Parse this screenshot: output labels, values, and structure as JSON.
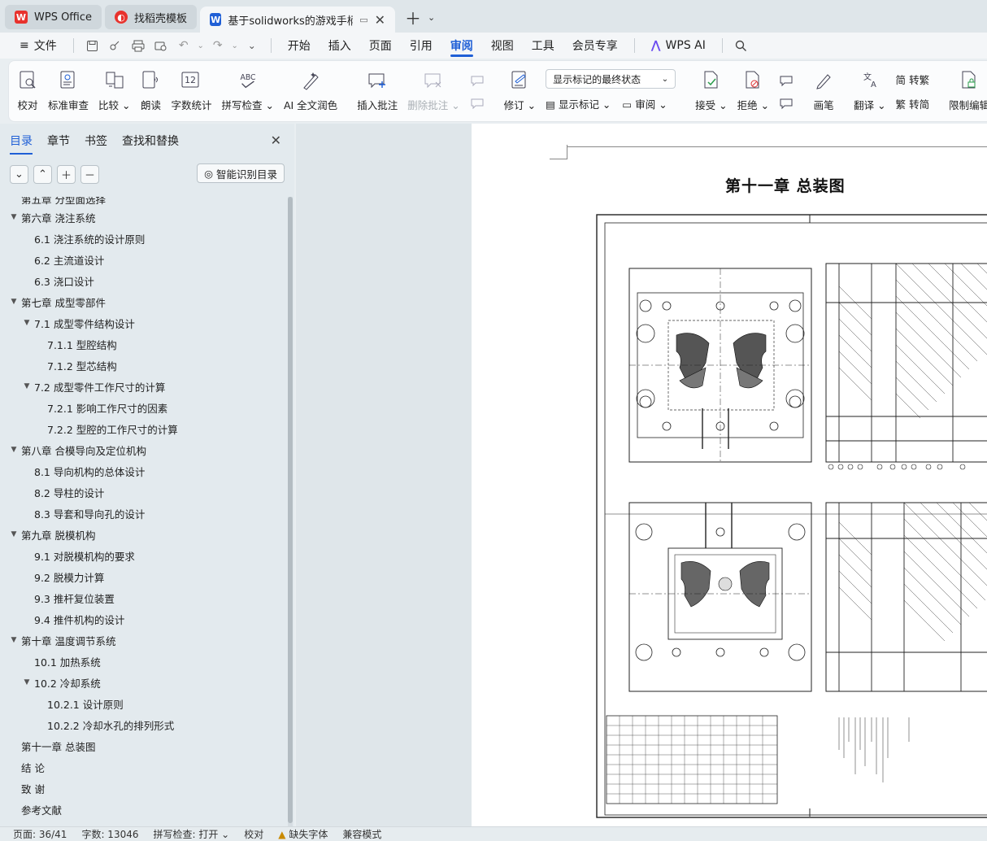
{
  "tabs": [
    {
      "label": "WPS Office",
      "icon": "wps-logo-icon",
      "color": "#e8322d"
    },
    {
      "label": "找稻壳模板",
      "icon": "docer-logo-icon",
      "color": "#e8322d"
    },
    {
      "label": "基于solidworks的游戏手柄方",
      "icon": "word-doc-icon",
      "color": "#1f5fd6"
    }
  ],
  "menu": {
    "file": "文件",
    "items": [
      "开始",
      "插入",
      "页面",
      "引用",
      "审阅",
      "视图",
      "工具",
      "会员专享"
    ],
    "active": "审阅",
    "ai": "WPS AI"
  },
  "ribbon": {
    "proofread": "校对",
    "std_review": "标准审查",
    "compare": "比较",
    "read_aloud": "朗读",
    "word_count": "字数统计",
    "word_count_icon_text": "12",
    "spell_check": "拼写检查",
    "spell_icon_text": "ABC",
    "ai_polish": "AI 全文润色",
    "insert_comment": "插入批注",
    "delete_comment": "删除批注",
    "track_changes": "修订",
    "display_select": "显示标记的最终状态",
    "show_markup": "显示标记",
    "review": "审阅",
    "accept": "接受",
    "reject": "拒绝",
    "pen": "画笔",
    "translate": "翻译",
    "to_traditional": "转繁",
    "to_simplified": "转简",
    "restrict_edit": "限制编辑"
  },
  "sidebar": {
    "tabs": [
      "目录",
      "章节",
      "书签",
      "查找和替换"
    ],
    "smart_toc": "智能识别目录",
    "toc": [
      {
        "label": "第五章 分型面选择",
        "level": 1,
        "arrow": false
      },
      {
        "label": "第六章 浇注系统",
        "level": 1,
        "arrow": true
      },
      {
        "label": "6.1 浇注系统的设计原则",
        "level": 2,
        "arrow": false
      },
      {
        "label": "6.2 主流道设计",
        "level": 2,
        "arrow": false
      },
      {
        "label": "6.3 浇口设计",
        "level": 2,
        "arrow": false
      },
      {
        "label": "第七章 成型零部件",
        "level": 1,
        "arrow": true
      },
      {
        "label": "7.1 成型零件结构设计",
        "level": 2,
        "arrow": true
      },
      {
        "label": "7.1.1 型腔结构",
        "level": 3,
        "arrow": false
      },
      {
        "label": "7.1.2 型芯结构",
        "level": 3,
        "arrow": false
      },
      {
        "label": "7.2 成型零件工作尺寸的计算",
        "level": 2,
        "arrow": true
      },
      {
        "label": "7.2.1 影响工作尺寸的因素",
        "level": 3,
        "arrow": false
      },
      {
        "label": "7.2.2 型腔的工作尺寸的计算",
        "level": 3,
        "arrow": false
      },
      {
        "label": "第八章 合模导向及定位机构",
        "level": 1,
        "arrow": true
      },
      {
        "label": "8.1 导向机构的总体设计",
        "level": 2,
        "arrow": false
      },
      {
        "label": "8.2 导柱的设计",
        "level": 2,
        "arrow": false
      },
      {
        "label": "8.3 导套和导向孔的设计",
        "level": 2,
        "arrow": false
      },
      {
        "label": "第九章 脱模机构",
        "level": 1,
        "arrow": true
      },
      {
        "label": "9.1 对脱模机构的要求",
        "level": 2,
        "arrow": false
      },
      {
        "label": "9.2 脱模力计算",
        "level": 2,
        "arrow": false
      },
      {
        "label": "9.3 推杆复位装置",
        "level": 2,
        "arrow": false
      },
      {
        "label": "9.4 推件机构的设计",
        "level": 2,
        "arrow": false
      },
      {
        "label": "第十章 温度调节系统",
        "level": 1,
        "arrow": true
      },
      {
        "label": "10.1 加热系统",
        "level": 2,
        "arrow": false
      },
      {
        "label": "10.2 冷却系统",
        "level": 2,
        "arrow": true
      },
      {
        "label": "10.2.1 设计原则",
        "level": 3,
        "arrow": false
      },
      {
        "label": "10.2.2 冷却水孔的排列形式",
        "level": 3,
        "arrow": false
      },
      {
        "label": "第十一章 总装图",
        "level": 1,
        "arrow": false
      },
      {
        "label": "结 论",
        "level": 1,
        "arrow": false
      },
      {
        "label": "致 谢",
        "level": 1,
        "arrow": false
      },
      {
        "label": "参考文献",
        "level": 1,
        "arrow": false
      }
    ]
  },
  "document": {
    "chapter_title": "第十一章 总装图"
  },
  "status": {
    "page": "页面: 36/41",
    "words": "字数: 13046",
    "spell": "拼写检查: 打开",
    "proof": "校对",
    "missing_font": "缺失字体",
    "compat": "兼容模式"
  },
  "colors": {
    "accent": "#1f5fd6",
    "wps_red": "#e8322d",
    "warning": "#c98a00"
  }
}
